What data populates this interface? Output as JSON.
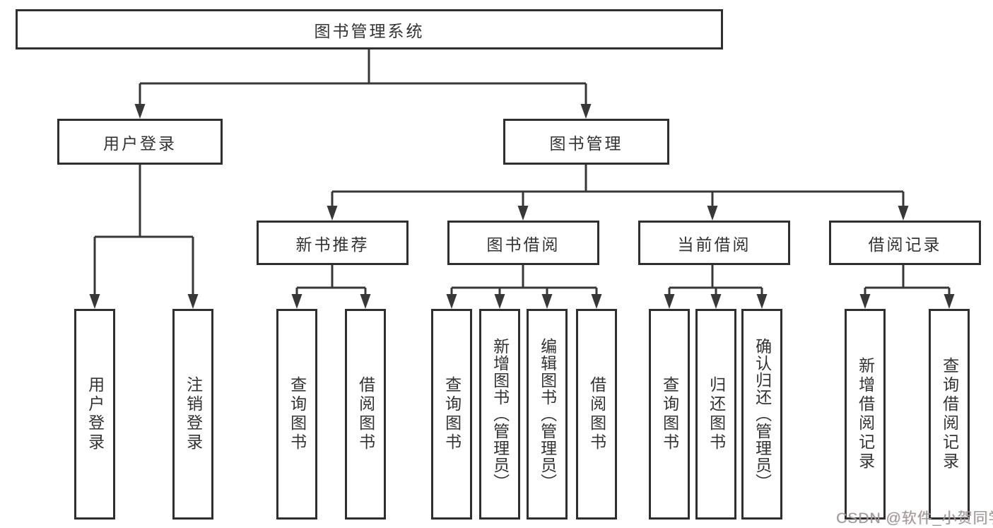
{
  "tree": {
    "label": "图书管理系统",
    "children": [
      {
        "label": "用户登录",
        "children": [
          {
            "label": "用户登录"
          },
          {
            "label": "注销登录"
          }
        ]
      },
      {
        "label": "图书管理",
        "children": [
          {
            "label": "新书推荐",
            "children": [
              {
                "label": "查询图书"
              },
              {
                "label": "借阅图书"
              }
            ]
          },
          {
            "label": "图书借阅",
            "children": [
              {
                "label": "查询图书"
              },
              {
                "label": "新增图书（管理员）"
              },
              {
                "label": "编辑图书（管理员）"
              },
              {
                "label": "借阅图书"
              }
            ]
          },
          {
            "label": "当前借阅",
            "children": [
              {
                "label": "查询图书"
              },
              {
                "label": "归还图书"
              },
              {
                "label": "确认归还（管理员）"
              }
            ]
          },
          {
            "label": "借阅记录",
            "children": [
              {
                "label": "新增借阅记录"
              },
              {
                "label": "查询借阅记录"
              }
            ]
          }
        ]
      }
    ]
  },
  "watermark": "CSDN @软件_小贺同学",
  "colors": {
    "line": "#383838",
    "box_border": "#2f2f2f",
    "text": "#333333",
    "watermark": "#9b9b9b"
  }
}
